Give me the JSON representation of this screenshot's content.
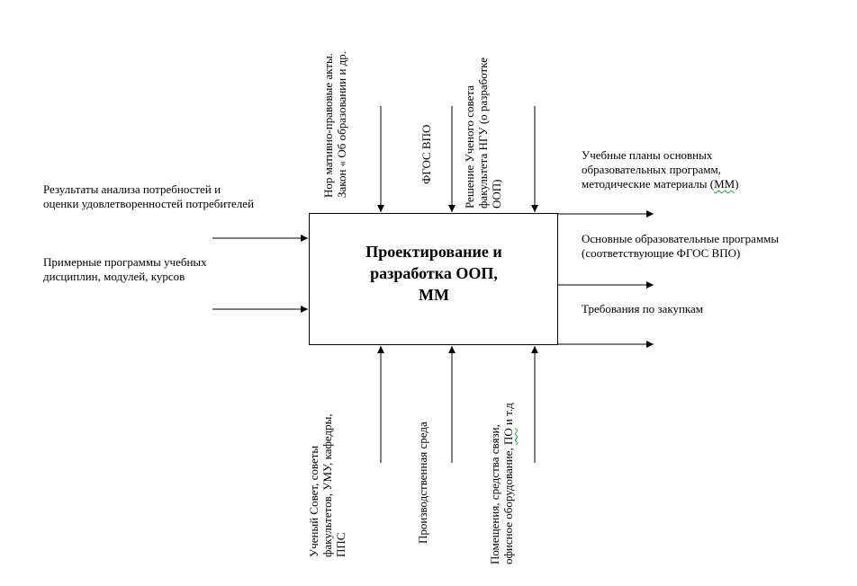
{
  "process": {
    "title_line1": "Проектирование и",
    "title_line2": "разработка ООП,",
    "title_line3": "ММ"
  },
  "inputs": [
    {
      "line1": "Результаты анализа потребностей и",
      "line2": "оценки удовлетворенностей потребителей"
    },
    {
      "line1": "Примерные программы учебных",
      "line2": "дисциплин, модулей, курсов"
    }
  ],
  "controls": [
    {
      "line1": "Нор мативно-правовые акты.",
      "line2": "Закон « Об образовании и др."
    },
    {
      "line1": "ФГОС ВПО"
    },
    {
      "line1": "Решение Ученого совета",
      "line2": "факультета НГУ (о разработке",
      "line3": "ООП)"
    }
  ],
  "outputs": [
    {
      "line1": "Учебные планы  основных",
      "line2": "образовательных программ,",
      "line3_prefix": "методические материалы (",
      "line3_mark": "ММ",
      "line3_suffix": ")"
    },
    {
      "line1": "Основные образовательные программы",
      "line2": "(соответствующие ФГОС ВПО)"
    },
    {
      "line1": "Требования по закупкам"
    }
  ],
  "mechanisms": [
    {
      "line1": "Ученый Совет, советы",
      "line2": "факультетов, УМУ, кафедры,",
      "line3": "ППС"
    },
    {
      "line1": "Производственная среда"
    },
    {
      "line1": "Помещения, средства связи,",
      "line2_prefix": "офисное оборудование, ",
      "line2_mark": "ПО",
      "line2_suffix": " и т.д"
    }
  ]
}
